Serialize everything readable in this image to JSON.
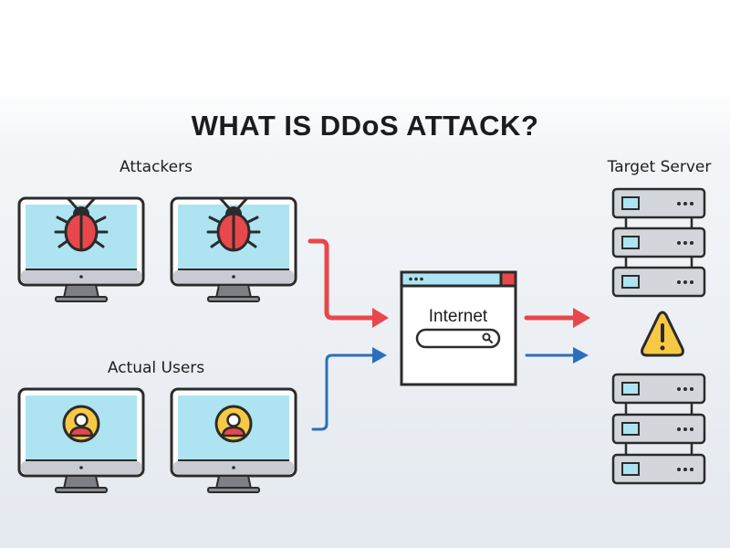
{
  "title": "WHAT IS DDoS ATTACK?",
  "groups": {
    "attackers": "Attackers",
    "actual_users": "Actual Users",
    "target_server": "Target Server"
  },
  "internet": {
    "label": "Internet"
  },
  "icons": {
    "attacker": "bug-icon",
    "user": "user-icon",
    "search": "search-icon",
    "warning": "warning-icon",
    "server": "server-icon",
    "monitor": "monitor-icon"
  },
  "colors": {
    "attack_flow": "#e8474b",
    "user_flow": "#2a6fbd",
    "screen": "#aee4f1",
    "warning": "#f7c843"
  }
}
